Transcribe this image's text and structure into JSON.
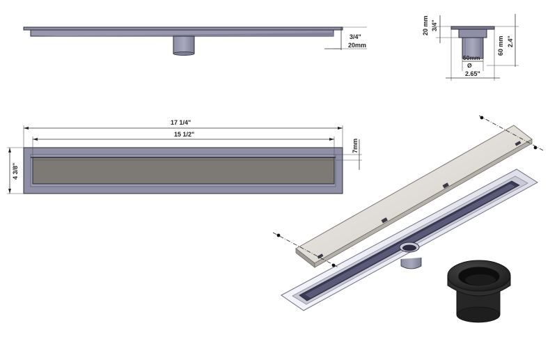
{
  "colors": {
    "frame": "#8f8fa6",
    "frame_dark": "#6e6e86",
    "grate": "#7d7975",
    "outline": "#2b2b3a",
    "steel_light": "#e7e4df",
    "steel_mid": "#b9b5ad",
    "rubber": "#2a2a2a"
  },
  "side_view": {
    "dim_top": "3/4\"",
    "dim_bottom": "20mm"
  },
  "end_view": {
    "dim_left_mm": "20 mm",
    "dim_left_in": "3/4\"",
    "dim_right_mm": "60 mm",
    "dim_right_in": "2.4\"",
    "dim_outlet": "50mm",
    "diameter_symbol": "Ø",
    "dim_width": "2.65\""
  },
  "top_view": {
    "overall_length": "17 1/4\"",
    "grate_length": "15 1/2\"",
    "width": "4 3/8\"",
    "grate_gap": "7mm"
  },
  "exploded_view": {
    "parts": [
      "grate-cover",
      "channel-body",
      "rubber-outlet-adapter"
    ]
  }
}
